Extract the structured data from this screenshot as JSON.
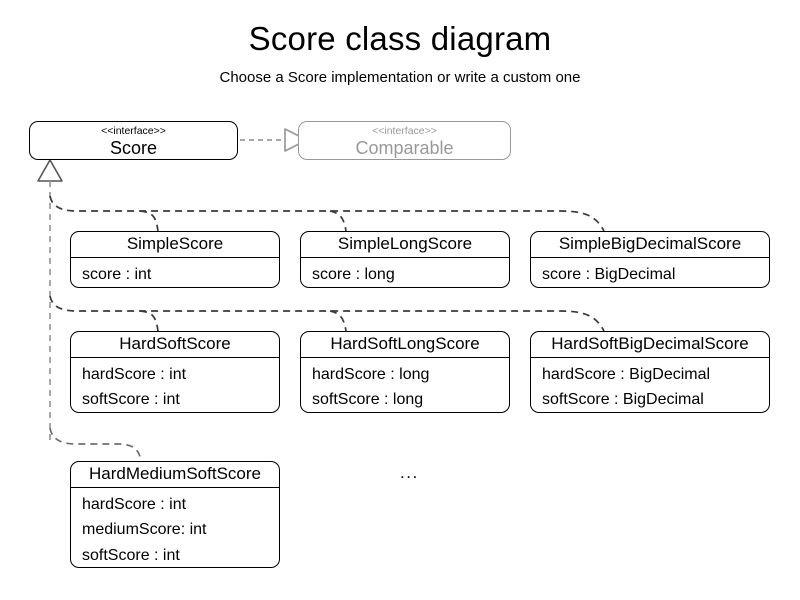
{
  "diagram": {
    "title": "Score class diagram",
    "subtitle": "Choose a Score implementation or write a custom one",
    "ellipsis": "...",
    "stereotype": "<<interface>>",
    "colors": {
      "stroke": "#000000",
      "muted_stroke": "#999999",
      "muted_text": "#999999",
      "connector": "#808080",
      "background": "#ffffff"
    }
  },
  "interfaces": [
    {
      "id": "score",
      "stereotype": "<<interface>>",
      "name": "Score",
      "muted": false
    },
    {
      "id": "comparable",
      "stereotype": "<<interface>>",
      "name": "Comparable",
      "muted": true
    }
  ],
  "classes": [
    {
      "id": "simple-score",
      "name": "SimpleScore",
      "attributes": [
        "score : int"
      ]
    },
    {
      "id": "simple-long-score",
      "name": "SimpleLongScore",
      "attributes": [
        "score : long"
      ]
    },
    {
      "id": "simple-big-decimal-score",
      "name": "SimpleBigDecimalScore",
      "attributes": [
        "score : BigDecimal"
      ]
    },
    {
      "id": "hard-soft-score",
      "name": "HardSoftScore",
      "attributes": [
        "hardScore : int",
        "softScore : int"
      ]
    },
    {
      "id": "hard-soft-long-score",
      "name": "HardSoftLongScore",
      "attributes": [
        "hardScore : long",
        "softScore : long"
      ]
    },
    {
      "id": "hard-soft-big-decimal-score",
      "name": "HardSoftBigDecimalScore",
      "attributes": [
        "hardScore : BigDecimal",
        "softScore : BigDecimal"
      ]
    },
    {
      "id": "hard-medium-soft-score",
      "name": "HardMediumSoftScore",
      "attributes": [
        "hardScore : int",
        "mediumScore: int",
        "softScore : int"
      ]
    }
  ],
  "relationships": [
    {
      "type": "realization",
      "from": "Score",
      "to": "Comparable",
      "style": "dashed-hollow-triangle"
    },
    {
      "type": "generalization",
      "from": "SimpleScore, SimpleLongScore, SimpleBigDecimalScore, HardSoftScore, HardSoftLongScore, HardSoftBigDecimalScore, HardMediumSoftScore",
      "to": "Score",
      "style": "dashed-hollow-triangle"
    }
  ]
}
